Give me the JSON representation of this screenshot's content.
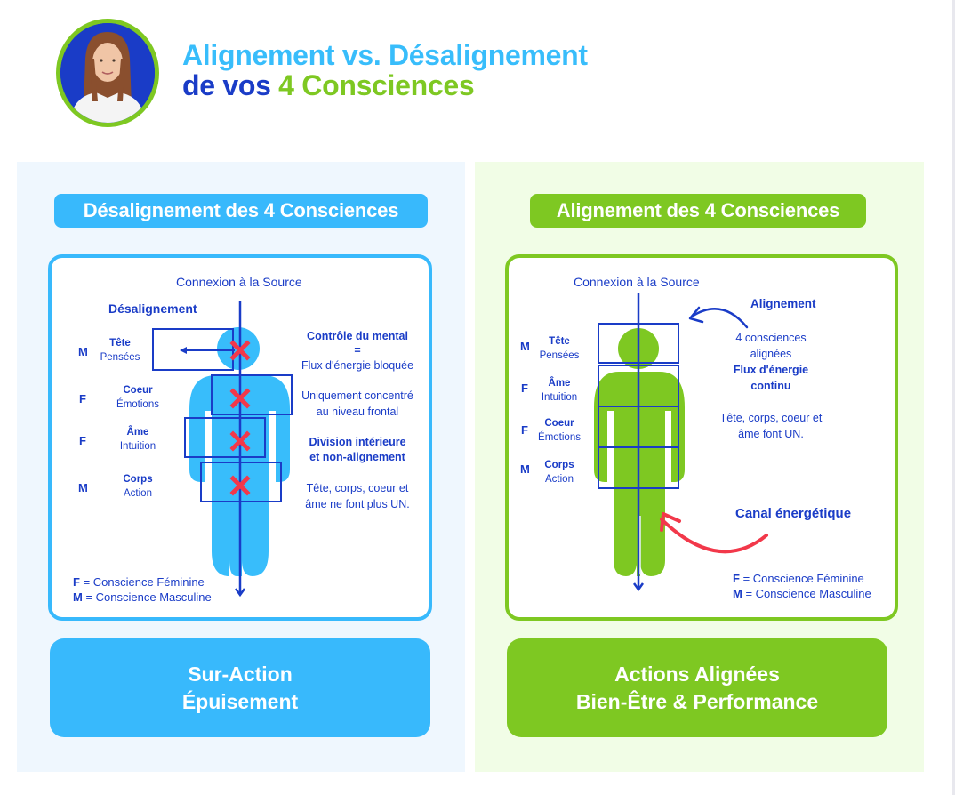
{
  "header": {
    "title_line1": "Alignement vs. Désalignement",
    "title_line2_prefix": "de vos",
    "title_line2_highlight": "4 Consciences",
    "avatar_alt": "portrait"
  },
  "colors": {
    "sky_blue": "#38b9fc",
    "navy": "#1a3cc7",
    "green": "#7ec822",
    "red": "#f2384a",
    "left_panel_bg": "#eff7fe",
    "right_panel_bg": "#f1fde6"
  },
  "left": {
    "pill": "Désalignement des 4 Consciences",
    "source": "Connexion à la Source",
    "heading": "Désalignement",
    "levels": [
      {
        "letter": "M",
        "name": "Tête",
        "sub": "Pensées"
      },
      {
        "letter": "F",
        "name": "Coeur",
        "sub": "Émotions"
      },
      {
        "letter": "F",
        "name": "Âme",
        "sub": "Intuition"
      },
      {
        "letter": "M",
        "name": "Corps",
        "sub": "Action"
      }
    ],
    "notes": {
      "n1_bold": "Contrôle du mental",
      "n1_eq": "=",
      "n1_text": "Flux d'énergie bloquée",
      "n2_line1": "Uniquement concentré",
      "n2_line2": "au niveau frontal",
      "n3_line1": "Division intérieure",
      "n3_line2": "et non-alignement",
      "n4_line1": "Tête, corps, coeur et",
      "n4_line2": "âme ne font plus UN."
    },
    "legend": {
      "f_letter": "F",
      "f_text": "= Conscience Féminine",
      "m_letter": "M",
      "m_text": "= Conscience Masculine"
    },
    "outcome_line1": "Sur-Action",
    "outcome_line2": "Épuisement"
  },
  "right": {
    "pill": "Alignement des 4 Consciences",
    "source": "Connexion à la Source",
    "heading": "Alignement",
    "levels": [
      {
        "letter": "M",
        "name": "Tête",
        "sub": "Pensées"
      },
      {
        "letter": "F",
        "name": "Âme",
        "sub": "Intuition"
      },
      {
        "letter": "F",
        "name": "Coeur",
        "sub": "Émotions"
      },
      {
        "letter": "M",
        "name": "Corps",
        "sub": "Action"
      }
    ],
    "notes": {
      "n1_line1": "4 consciences",
      "n1_line2": "alignées",
      "n2_line1": "Flux d'énergie",
      "n2_line2": "continu",
      "n3_line1": "Tête, corps, coeur et",
      "n3_line2": "âme font UN."
    },
    "canal": "Canal énergétique",
    "legend": {
      "f_letter": "F",
      "f_text": "= Conscience Féminine",
      "m_letter": "M",
      "m_text": "= Conscience Masculine"
    },
    "outcome_line1": "Actions Alignées",
    "outcome_line2": "Bien-Être & Performance"
  }
}
